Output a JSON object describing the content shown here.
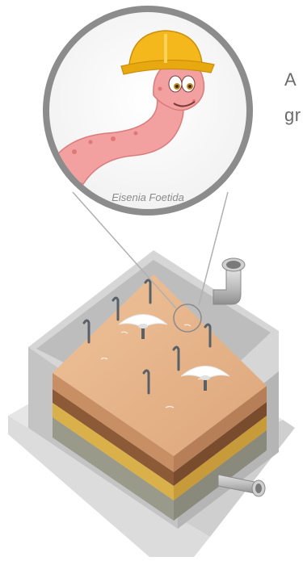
{
  "illustration": {
    "species_caption": "Eisenia Foetida",
    "side_text_line_1": "A",
    "side_text_line_2": "gr"
  },
  "colors": {
    "background": "#ffffff",
    "frame_gray": "#bdbdbd",
    "frame_dark": "#9e9e9e",
    "soil_top": "#e4b58c",
    "soil_side": "#c9916a",
    "worm_pink": "#f2a0a0",
    "helmet_yellow": "#f5b81c",
    "magnifier_ring": "#8c8c8c"
  },
  "icons": [
    "worm-mascot",
    "hard-hat-icon",
    "sprinkler-head-icon",
    "pipe-inlet-icon",
    "pipe-outlet-icon",
    "magnifier-lens"
  ]
}
